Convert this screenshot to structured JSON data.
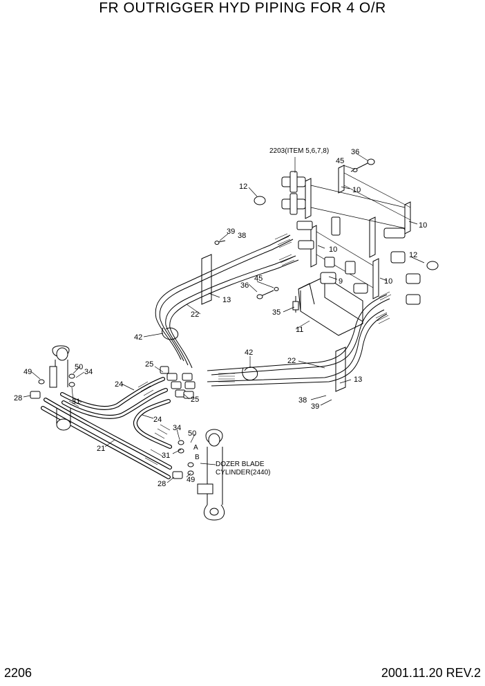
{
  "header": {
    "title": "FR OUTRIGGER HYD PIPING FOR 4 O/R"
  },
  "footer": {
    "page_number": "2206",
    "revision": "2001.11.20 REV.2"
  },
  "notes": {
    "item_ref": "2203(ITEM 5,6,7,8)",
    "cylinder_line1": "DOZER BLADE",
    "cylinder_line2": "CYLINDER(2440)",
    "port_a": "A",
    "port_b": "B"
  },
  "callouts": {
    "c36a": "36",
    "c45a": "45",
    "c10a": "10",
    "c10b": "10",
    "c12a": "12",
    "c39a": "39",
    "c38a": "38",
    "c10c": "10",
    "c12b": "12",
    "c45b": "45",
    "c9": "9",
    "c10d": "10",
    "c36b": "36",
    "c13a": "13",
    "c35": "35",
    "c22a": "22",
    "c11": "11",
    "c42a": "42",
    "c42b": "42",
    "c22b": "22",
    "c25a": "25",
    "c49a": "49",
    "c50a": "50",
    "c34a": "34",
    "c24a": "24",
    "c28a": "28",
    "c31a": "31",
    "c25b": "25",
    "c13b": "13",
    "c38b": "38",
    "c39b": "39",
    "c24b": "24",
    "c34b": "34",
    "c50b": "50",
    "c21": "21",
    "c31b": "31",
    "c49b": "49",
    "c28b": "28"
  }
}
